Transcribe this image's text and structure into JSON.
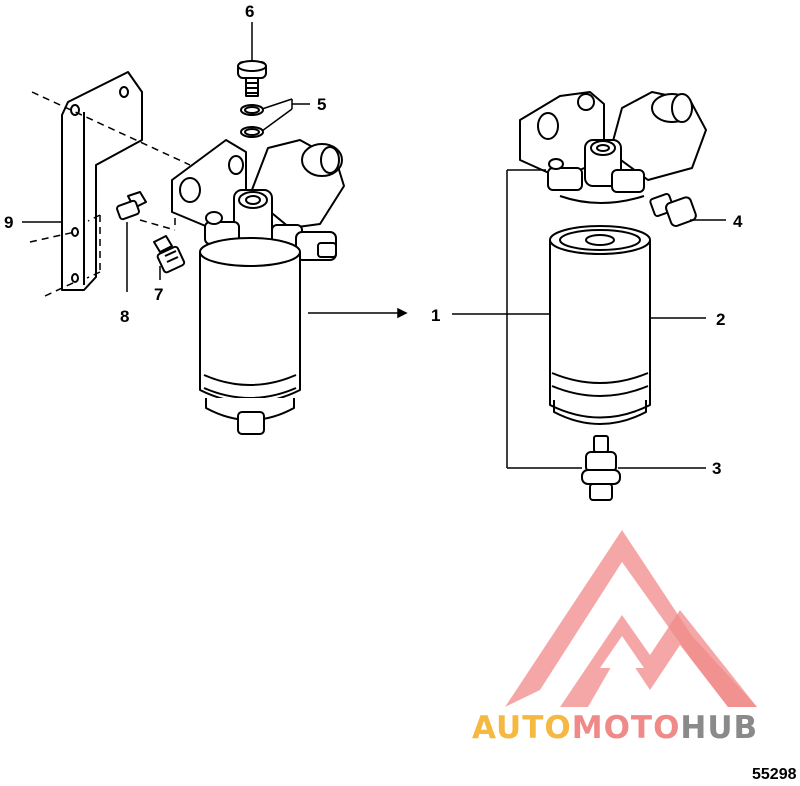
{
  "callouts": {
    "c1": "1",
    "c2": "2",
    "c3": "3",
    "c4": "4",
    "c5": "5",
    "c6": "6",
    "c7": "7",
    "c8": "8",
    "c9": "9"
  },
  "reference_number": "55298",
  "watermark": {
    "part1": "AUTO",
    "part2": "MOTO",
    "part3": "HUB",
    "colors": {
      "logo": "#f08a88",
      "auto": "#f5b942",
      "moto": "#f08a88",
      "hub": "#8a8a8a"
    }
  },
  "line_color": "#000000"
}
